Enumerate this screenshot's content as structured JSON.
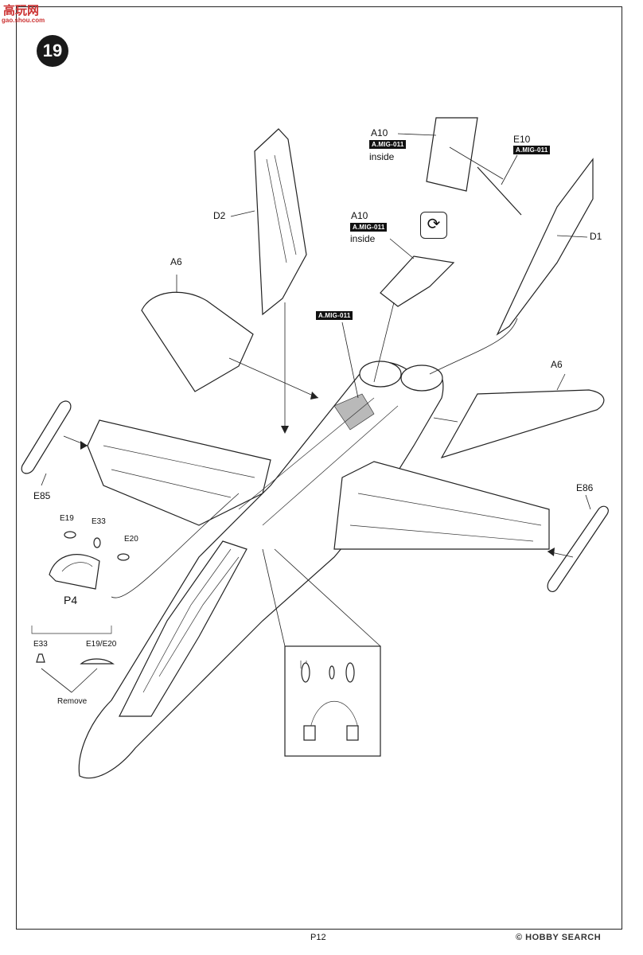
{
  "watermark_top": {
    "logo_text": "高玩网",
    "site": "gao.shou.com"
  },
  "step_number": "19",
  "labels": {
    "d2": "D2",
    "a6_left": "A6",
    "a6_right": "A6",
    "a10_top": "A10",
    "a10_top_note": "inside",
    "a10_mid": "A10",
    "a10_mid_note": "inside",
    "e10": "E10",
    "d1": "D1",
    "e85": "E85",
    "e86": "E86",
    "e19": "E19",
    "e33": "E33",
    "e20": "E20",
    "p4": "P4",
    "e33_detail": "E33",
    "e19_e20_detail": "E19/E20",
    "remove": "Remove"
  },
  "paint_tags": {
    "a10_top": "A.MIG-011",
    "e10": "A.MIG-011",
    "a10_mid": "A.MIG-011",
    "fuselage": "A.MIG-011"
  },
  "icons": [
    "rotate-icon"
  ],
  "page_number": "P12",
  "watermark_brand": "© HOBBY SEARCH"
}
